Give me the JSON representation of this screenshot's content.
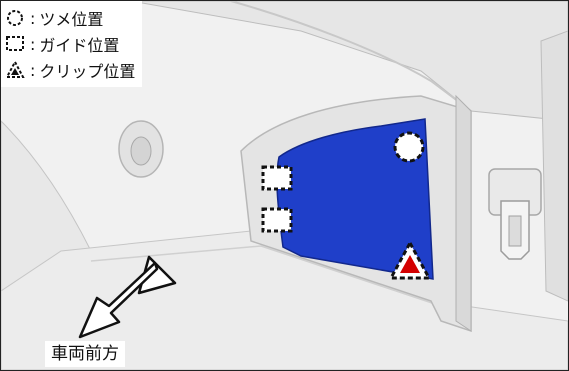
{
  "legend": {
    "claw": {
      "symbol": "dashed-circle-icon",
      "separator": ":",
      "text": "ツメ位置"
    },
    "guide": {
      "symbol": "dashed-square-icon",
      "separator": ":",
      "text": "ガイド位置"
    },
    "clip": {
      "symbol": "dashed-triangle-icon",
      "separator": ":",
      "text": "クリップ位置"
    }
  },
  "direction": {
    "label": "車両前方",
    "icon": "arrow-icon"
  },
  "colors": {
    "highlight_panel": "#1f3fc9",
    "clip_marker": "#d40000",
    "marker_stroke": "#111111",
    "background": "#f1f1f1"
  }
}
